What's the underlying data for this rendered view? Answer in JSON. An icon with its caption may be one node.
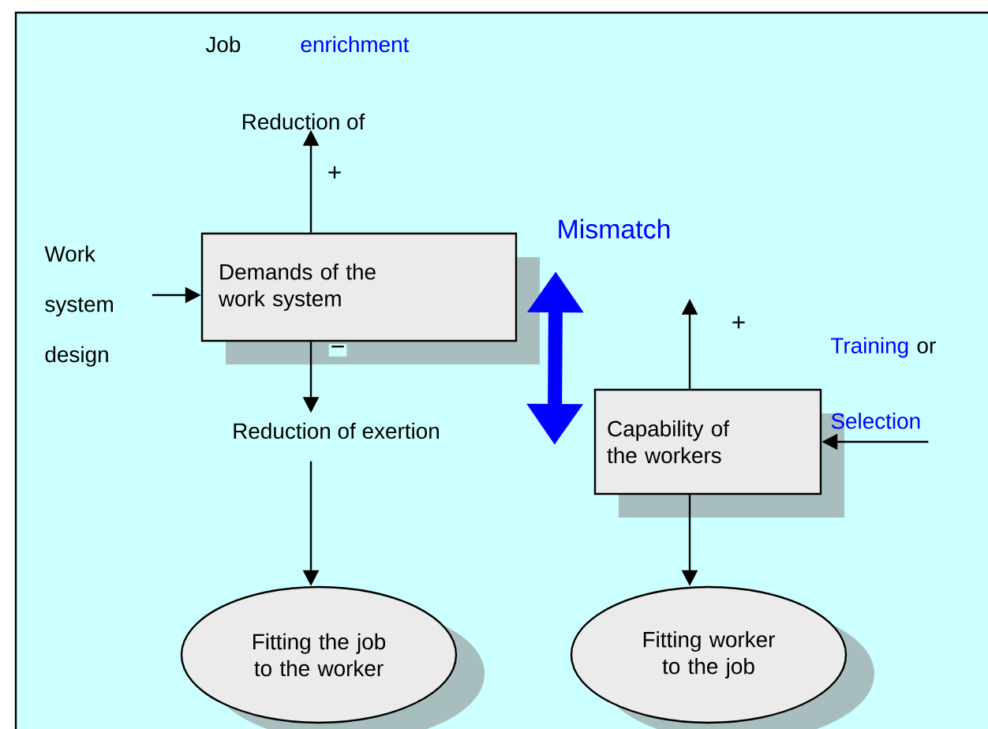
{
  "diagram": {
    "nodes": [
      {
        "text": [
          "Demands of the work system"
        ]
      },
      {
        "text": [
          "Capability of the workers"
        ]
      },
      {
        "text": [
          "Fitting the job to the worker"
        ]
      },
      {
        "text": [
          "Fitting worker to the job"
        ]
      },
      {
        "text": [
          "Reduction of"
        ]
      },
      {
        "text": [
          "Work system design"
        ]
      },
      {
        "text": [
          "Reduction of exertion"
        ]
      },
      {
        "text": [
          "Training",
          "or",
          "Selection"
        ]
      }
    ],
    "edges": [
      {
        "from": 0,
        "to": 4,
        "arrow": "to",
        "label": "+"
      },
      {
        "from": 5,
        "to": 0,
        "arrow": "to"
      },
      {
        "from": 0,
        "to": 6,
        "arrow": "to",
        "label": "−"
      },
      {
        "from": 6,
        "to": 2,
        "arrow": "to"
      },
      {
        "from": 1,
        "to": null,
        "arrow": "to",
        "label": "+"
      },
      {
        "from": 7,
        "to": 1,
        "arrow": "to"
      },
      {
        "from": 1,
        "to": 3,
        "arrow": "to"
      },
      {
        "from": 0,
        "to": 1,
        "arrow": "both",
        "label": "Mismatch",
        "style": "thick",
        "color": "#0000ff"
      }
    ],
    "labels": [
      "Job",
      "enrichment"
    ]
  }
}
